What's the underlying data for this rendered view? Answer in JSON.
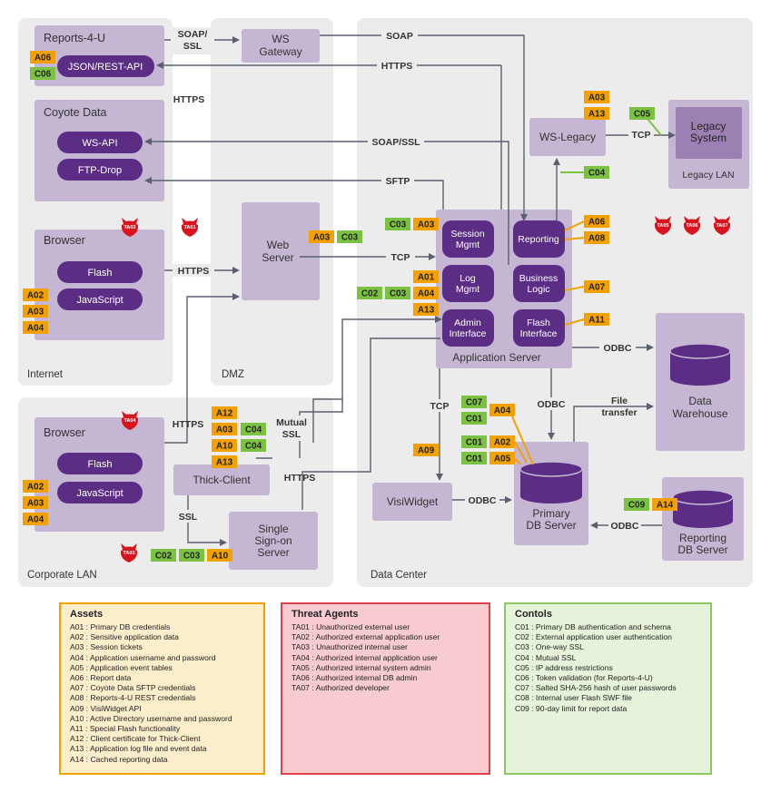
{
  "zones": {
    "internet": "Internet",
    "dmz": "DMZ",
    "data_center": "Data Center",
    "corporate_lan": "Corporate LAN",
    "legacy_lan": "Legacy LAN"
  },
  "nodes": {
    "reports4u": "Reports-4-U",
    "json_rest_api": "JSON/REST-API",
    "coyote_data": "Coyote Data",
    "ws_api": "WS-API",
    "ftp_drop": "FTP-Drop",
    "browser_internet": "Browser",
    "flash_internet": "Flash",
    "javascript_internet": "JavaScript",
    "ws_gateway": [
      "WS",
      "Gateway"
    ],
    "web_server": [
      "Web",
      "Server"
    ],
    "ws_legacy": "WS-Legacy",
    "legacy_system": [
      "Legacy",
      "System"
    ],
    "app_server": "Application Server",
    "session_mgmt": [
      "Session",
      "Mgmt"
    ],
    "reporting": "Reporting",
    "log_mgmt": [
      "Log",
      "Mgmt"
    ],
    "business_logic": [
      "Business",
      "Logic"
    ],
    "admin_interface": [
      "Admin",
      "Interface"
    ],
    "flash_interface": [
      "Flash",
      "Interface"
    ],
    "data_warehouse": [
      "Data",
      "Warehouse"
    ],
    "primary_db": [
      "Primary",
      "DB Server"
    ],
    "visiwidget": "VisiWidget",
    "reporting_db": [
      "Reporting",
      "DB Server"
    ],
    "browser_corp": "Browser",
    "flash_corp": "Flash",
    "javascript_corp": "JavaScript",
    "thick_client": "Thick-Client",
    "sso_server": [
      "Single",
      "Sign-on",
      "Server"
    ]
  },
  "edge_labels": {
    "soap_ssl_1": [
      "SOAP/",
      "SSL"
    ],
    "soap": "SOAP",
    "https_rest": "HTTPS",
    "https_dmz": "HTTPS",
    "soap_ssl_2": "SOAP/SSL",
    "sftp": "SFTP",
    "tcp_legacy": "TCP",
    "tcp_web": "TCP",
    "https_browser": "HTTPS",
    "https_corp": "HTTPS",
    "mutual_ssl": [
      "Mutual",
      "SSL"
    ],
    "https_tc": "HTTPS",
    "ssl": "SSL",
    "odbc_dw": "ODBC",
    "odbc_db": "ODBC",
    "file_transfer": [
      "File",
      "transfer"
    ],
    "tcp_visi": "TCP",
    "odbc_visi": "ODBC",
    "odbc_rep": "ODBC"
  },
  "tags": {
    "a06_r4u": "A06",
    "c06_r4u": "C06",
    "a02_bi": "A02",
    "a03_bi": "A03",
    "a04_bi": "A04",
    "ta02": "TA02",
    "ta01": "TA01",
    "a03_ws": "A03",
    "c03_ws": "C03",
    "a03_wl": "A03",
    "a13_wl": "A13",
    "c05": "C05",
    "c04_wl": "C04",
    "c03_sm": "C03",
    "a03_sm": "A03",
    "a01_lm": "A01",
    "c02_lm": "C02",
    "c03_lm": "C03",
    "a04_lm": "A04",
    "a13_lm": "A13",
    "a06_rp": "A06",
    "a08_rp": "A08",
    "a07": "A07",
    "a11": "A11",
    "ta05": "TA05",
    "ta06": "TA06",
    "ta07": "TA07",
    "ta04": "TA04",
    "a02_bc": "A02",
    "a03_bc": "A03",
    "a04_bc": "A04",
    "a12": "A12",
    "a03_tc": "A03",
    "c04_tc1": "C04",
    "a10_tc": "A10",
    "c04_tc2": "C04",
    "a13_tc": "A13",
    "ta03": "TA03",
    "c02_sso": "C02",
    "c03_sso": "C03",
    "a10_sso": "A10",
    "c07": "C07",
    "c01_a": "C01",
    "a04_db": "A04",
    "c01_b": "C01",
    "a02_db": "A02",
    "c01_c": "C01",
    "a05_db": "A05",
    "a09": "A09",
    "c09": "C09",
    "a14": "A14"
  },
  "legend": {
    "assets": {
      "title": "Assets",
      "items": [
        "A01 : Primary DB credentials",
        "A02 : Sensitive application data",
        "A03 : Session tickets",
        "A04 : Application username and password",
        "A05 : Application event tables",
        "A06 : Report data",
        "A07 : Coyote Data SFTP credentials",
        "A08 : Reports-4-U REST credentials",
        "A09 : VisiWidget API",
        "A10 : Active Directory username and password",
        "A11 : Special Flash functionality",
        "A12 : Client certificate for Thick-Client",
        "A13 : Application log file and event data",
        "A14 : Cached reporting data"
      ]
    },
    "threats": {
      "title": "Threat Agents",
      "items": [
        "TA01 : Unauthorized external user",
        "TA02 : Authorized external application user",
        "TA03 : Unauthorized internal user",
        "TA04 : Authorized internal application user",
        "TA05 : Authorized internal system admin",
        "TA06 : Authorized internal DB admin",
        "TA07 : Authorized developer"
      ]
    },
    "controls": {
      "title": "Contols",
      "items": [
        "C01 : Primary DB authentication and schema",
        "C02 : External application user authentication",
        "C03 : One-way SSL",
        "C04 : Mutual SSL",
        "C05 : IP address restrictions",
        "C06 : Token validation (for Reports-4-U)",
        "C07 : Salted SHA-256 hash of user passwords",
        "C08 : Internal user Flash SWF file",
        "C09 : 90-day limit for report data"
      ]
    }
  },
  "colors": {
    "zone_bg": "#ececec",
    "box_light": "#c5b6d3",
    "box_dark": "#5b2d84",
    "asset_tag": "#f2a100",
    "control_tag": "#7cc242",
    "threat_red": "#d9141e",
    "edge": "#5a6070",
    "assets_border": "#f2a100",
    "assets_fill": "#fdeecb",
    "threats_border": "#e0404a",
    "threats_fill": "#f7cbcf",
    "controls_border": "#8cc860",
    "controls_fill": "#e6f3da"
  }
}
